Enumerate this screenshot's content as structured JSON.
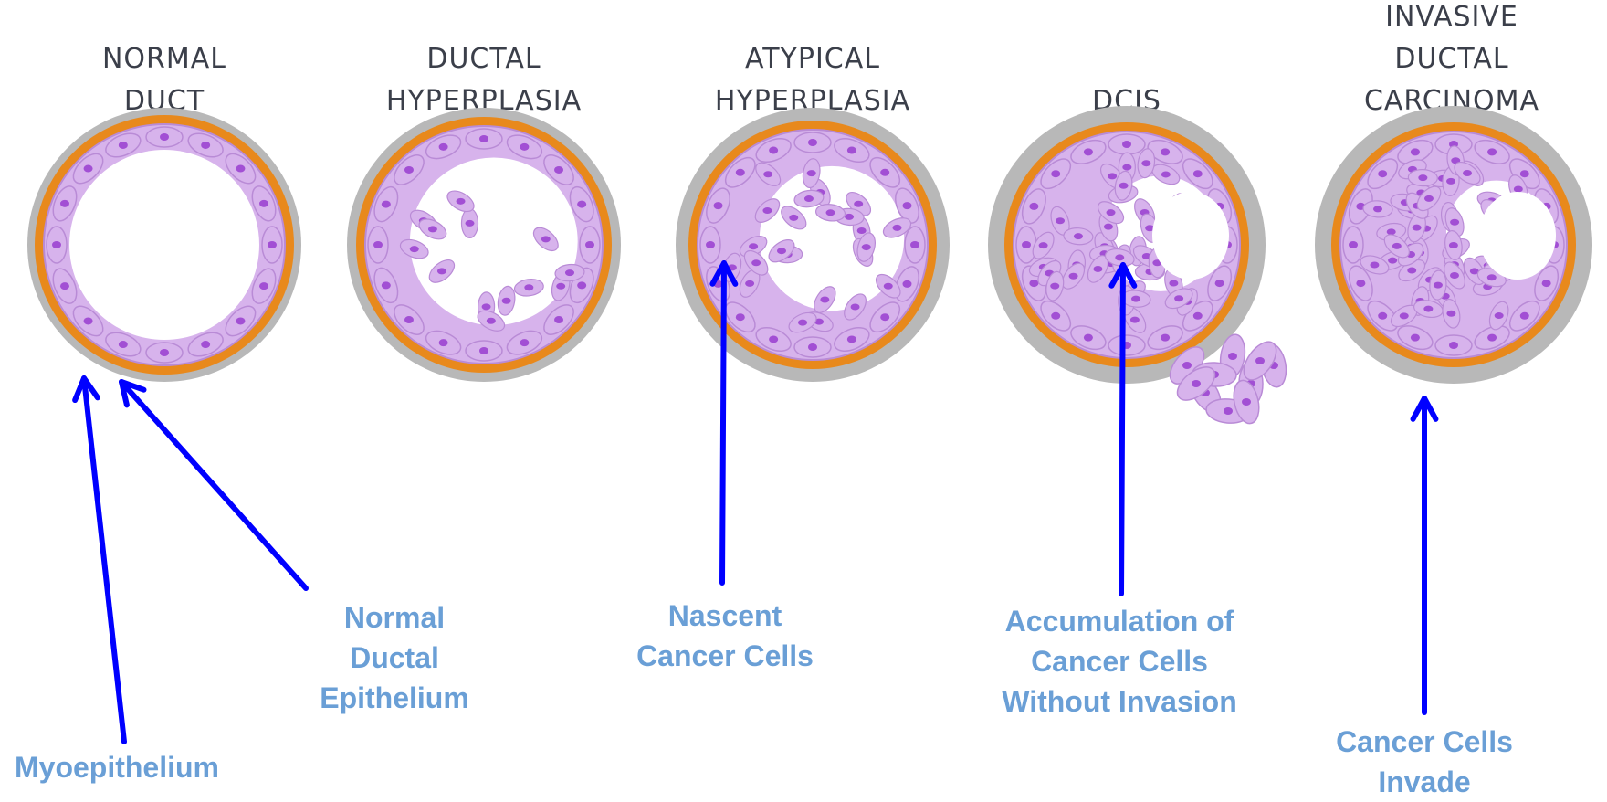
{
  "stages": [
    {
      "id": "normal-duct",
      "title": "NORMAL\nDUCT"
    },
    {
      "id": "ductal-hyperplasia",
      "title": "DUCTAL\nHYPERPLASIA"
    },
    {
      "id": "atypical-hyperplasia",
      "title": "ATYPICAL\nHYPERPLASIA"
    },
    {
      "id": "dcis",
      "title": "DCIS"
    },
    {
      "id": "invasive-ductal-carcinoma",
      "title": "INVASIVE\nDUCTAL\nCARCINOMA"
    }
  ],
  "callouts": {
    "myoepithelium": "Myoepithelium",
    "normal_ductal_epithelium": "Normal\nDuctal\nEpithelium",
    "nascent_cancer_cells": "Nascent\nCancer Cells",
    "accumulation": "Accumulation of\nCancer Cells\nWithout Invasion",
    "cancer_cells_invade": "Cancer Cells\nInvade"
  },
  "colors": {
    "title_text": "#3b3f4a",
    "callout_text": "#6a9fd6",
    "arrow": "#0000ff",
    "basement_membrane": "#b8b8b8",
    "myoepithelial_layer": "#e8891c",
    "cell_fill": "#d7b3ec",
    "cell_outline": "#b98bd6",
    "nucleus": "#a24fd4"
  }
}
